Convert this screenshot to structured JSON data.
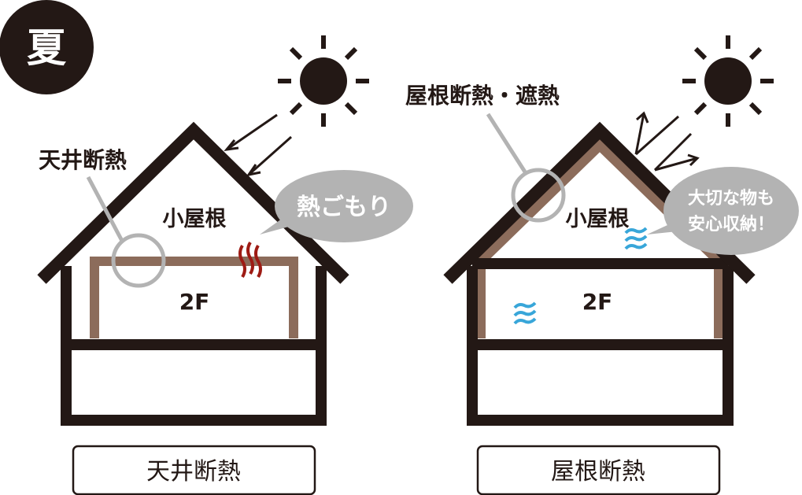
{
  "season_badge": "夏",
  "left_house": {
    "callout_label": "天井断熱",
    "attic_label": "小屋根",
    "floor_label": "2F",
    "bubble_text": "熱ごもり",
    "caption": "天井断熱"
  },
  "right_house": {
    "callout_label": "屋根断熱・遮熱",
    "attic_label": "小屋根",
    "floor_label": "2F",
    "bubble_line1": "大切な物も",
    "bubble_line2": "安心収納！",
    "caption": "屋根断熱"
  },
  "colors": {
    "outline": "#231815",
    "insulation": "#8c6c5b",
    "heat": "#9e1b14",
    "cool": "#38a6d9",
    "bubble": "#b3b3b3",
    "callout_ring": "#b3b3b3"
  },
  "icons": [
    "sun-icon",
    "heat-wave-icon",
    "cool-breeze-icon",
    "sun-ray-arrow-icon",
    "reflect-arrow-icon"
  ]
}
